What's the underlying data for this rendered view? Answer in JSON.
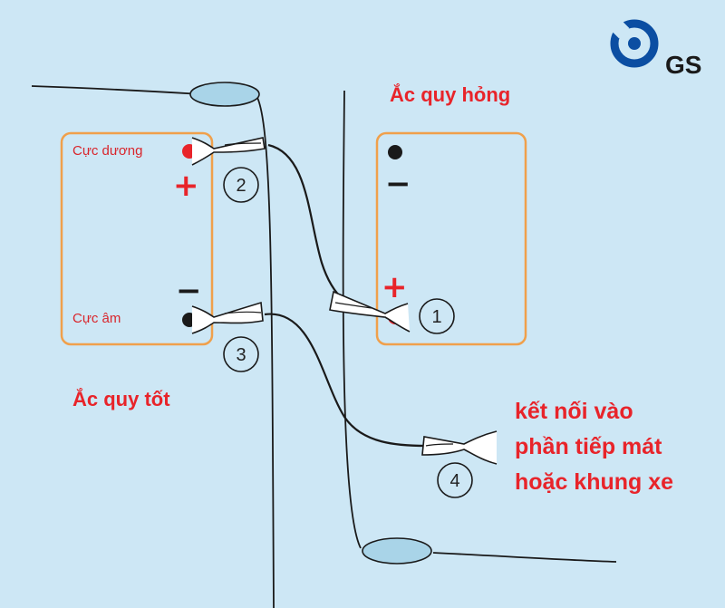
{
  "logo": {
    "text": "GS",
    "icon": "gs-logo-icon",
    "color": "#0b4ea2"
  },
  "colors": {
    "background": "#cde7f5",
    "box": "#f0a04b",
    "red": "#e8242a",
    "wire": "#1a1a1a",
    "clip": "#ffffff"
  },
  "good_battery": {
    "title": "Ắc quy tốt",
    "positive_label": "Cực dương",
    "negative_label": "Cực âm",
    "plus_sign": "+",
    "minus_sign": "−"
  },
  "bad_battery": {
    "title": "Ắc quy hỏng",
    "plus_sign": "+",
    "minus_sign": "−"
  },
  "steps": {
    "s1": "1",
    "s2": "2",
    "s3": "3",
    "s4": "4"
  },
  "ground_note": {
    "line1": "kết nối vào",
    "line2": "phần tiếp mát",
    "line3": "hoặc khung xe"
  }
}
